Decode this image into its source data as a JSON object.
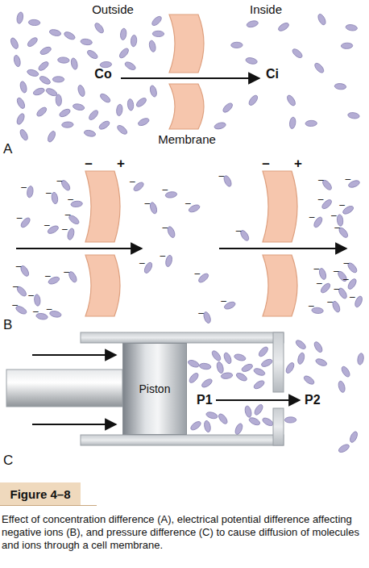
{
  "diagram": {
    "caption": "Effect of concentration difference (A), electrical potential difference affecting negative ions (B), and pressure difference (C) to cause diffusion of molecules and ions through a cell membrane.",
    "nodes": [
      {
        "text": [
          "Piston"
        ]
      },
      {
        "text": [
          "Figure 4–8"
        ]
      }
    ],
    "labels": [
      "Outside",
      "Inside",
      "Co",
      "Ci",
      "Membrane",
      "A",
      "–",
      "+",
      "–",
      "+",
      "–",
      "–",
      "–",
      "–",
      "–",
      "–",
      "–",
      "–",
      "–",
      "–",
      "–",
      "–",
      "–",
      "–",
      "–",
      "–",
      "–",
      "–",
      "–",
      "–",
      "–",
      "–",
      "–",
      "–",
      "–",
      "–",
      "–",
      "–",
      "–",
      "–",
      "–",
      "–",
      "–",
      "–",
      "–",
      "–",
      "–",
      "–",
      "–",
      "–",
      "–",
      "–",
      "–",
      "–",
      "B",
      "P1",
      "P2",
      "C"
    ]
  }
}
